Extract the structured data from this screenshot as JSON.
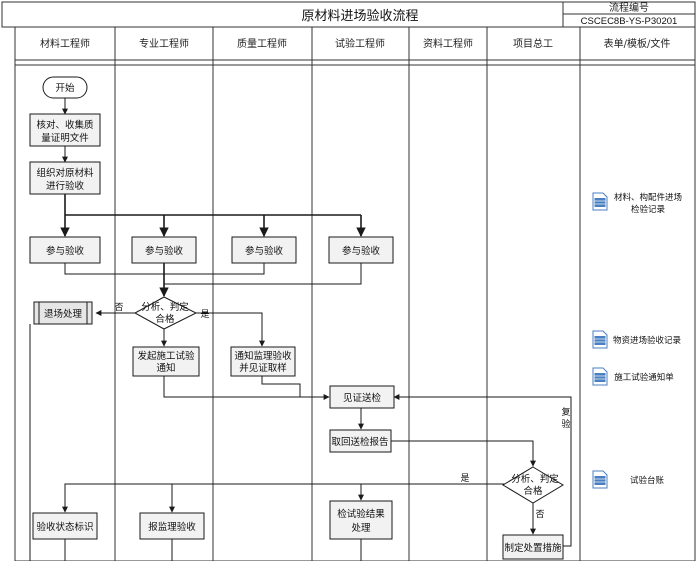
{
  "header": {
    "title": "原材料进场验收流程",
    "code_label": "流程编号",
    "code_value": "CSCEC8B-YS-P30201"
  },
  "lanes": [
    "材料工程师",
    "专业工程师",
    "质量工程师",
    "试验工程师",
    "资料工程师",
    "项目总工",
    "表单/模板/文件"
  ],
  "nodes": {
    "start": "开始",
    "verify": [
      "核对、收集质",
      "量证明文件"
    ],
    "organize": [
      "组织对原材料",
      "进行验收"
    ],
    "join_mat": "参与验收",
    "join_pro": "参与验收",
    "join_qual": "参与验收",
    "join_test": "参与验收",
    "decision1": [
      "分析、判定",
      "合格"
    ],
    "reject": "退场处理",
    "initiate_test": [
      "发起施工试验",
      "通知"
    ],
    "notify_supervisor": [
      "通知监理验收",
      "并见证取样"
    ],
    "witness_send": "见证送检",
    "retrieve_report": "取回送检报告",
    "decision2": [
      "分析、判定",
      "合格"
    ],
    "status_mark": "验收状态标识",
    "report_supervisor": "报监理验收",
    "test_result": [
      "检试验结果",
      "处理"
    ],
    "measures": "制定处置措施"
  },
  "labels": {
    "no1": "否",
    "yes1": "是",
    "yes2": "是",
    "no2": "否",
    "recheck": [
      "复",
      "验"
    ]
  },
  "forms": [
    [
      "材料、构配件进场",
      "检验记录"
    ],
    [
      "物资进场验收记录"
    ],
    [
      "施工试验通知单"
    ],
    [
      "试验台账"
    ]
  ],
  "colors": {
    "box_fill": "#f2f2f2",
    "line": "#1a1a1a",
    "doc_icon": "#4a7fc1"
  }
}
